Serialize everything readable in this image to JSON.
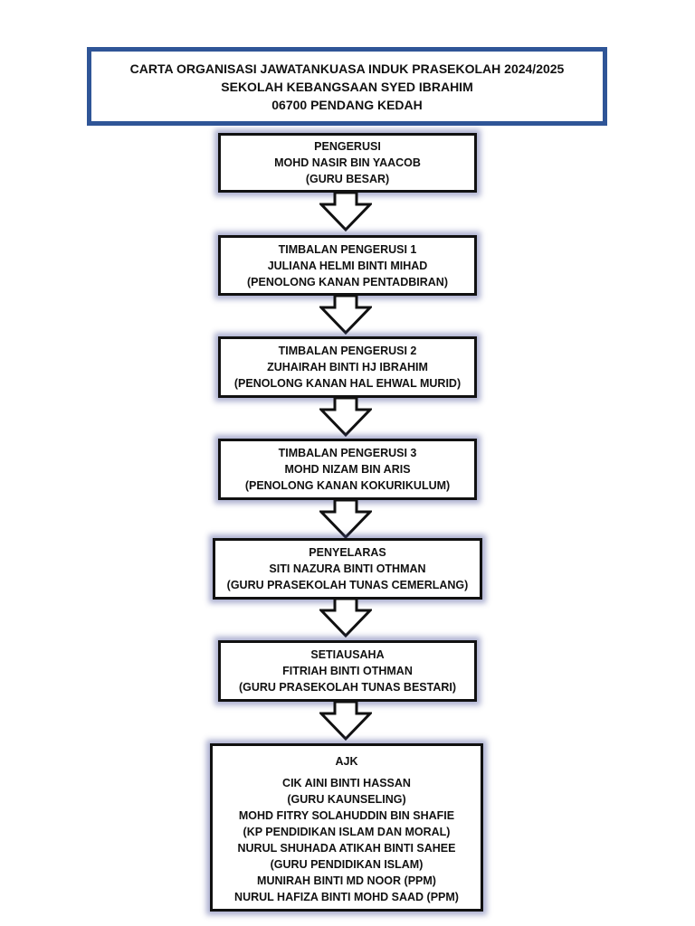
{
  "header": {
    "line1": "CARTA ORGANISASI JAWATANKUASA INDUK PRASEKOLAH 2024/2025",
    "line2": "SEKOLAH KEBANGSAAN SYED IBRAHIM",
    "line3": "06700 PENDANG KEDAH"
  },
  "nodes": [
    {
      "role": "PENGERUSI",
      "name": "MOHD NASIR BIN YAACOB",
      "position": "(GURU BESAR)"
    },
    {
      "role": "TIMBALAN PENGERUSI 1",
      "name": "JULIANA HELMI BINTI MIHAD",
      "position": "(PENOLONG KANAN PENTADBIRAN)"
    },
    {
      "role": "TIMBALAN PENGERUSI 2",
      "name": "ZUHAIRAH BINTI HJ IBRAHIM",
      "position": "(PENOLONG KANAN HAL EHWAL MURID)"
    },
    {
      "role": "TIMBALAN PENGERUSI 3",
      "name": "MOHD NIZAM BIN ARIS",
      "position": "(PENOLONG KANAN KOKURIKULUM)"
    },
    {
      "role": "PENYELARAS",
      "name": "SITI NAZURA BINTI OTHMAN",
      "position": "(GURU PRASEKOLAH TUNAS CEMERLANG)"
    },
    {
      "role": "SETIAUSAHA",
      "name": "FITRIAH BINTI OTHMAN",
      "position": "(GURU PRASEKOLAH TUNAS BESTARI)"
    }
  ],
  "ajk": {
    "title": "AJK",
    "members": [
      "CIK AINI BINTI HASSAN",
      "(GURU KAUNSELING)",
      "MOHD FITRY SOLAHUDDIN BIN SHAFIE",
      "(KP PENDIDIKAN ISLAM DAN MORAL)",
      "NURUL SHUHADA ATIKAH BINTI SAHEE",
      "(GURU PENDIDIKAN ISLAM)",
      "MUNIRAH BINTI MD NOOR (PPM)",
      "NURUL HAFIZA BINTI MOHD SAAD (PPM)"
    ]
  },
  "colors": {
    "title_border": "#2f5597",
    "node_border": "#111111",
    "glow": "#46509a"
  }
}
